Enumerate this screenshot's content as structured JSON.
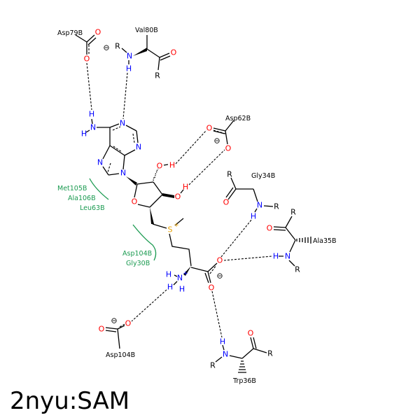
{
  "title": "2nyu:SAM",
  "atom_symbols": {
    "N": "N",
    "O": "O",
    "H": "H",
    "R": "R",
    "S": "S",
    "plus": "+",
    "minus": "⊖"
  },
  "residues": {
    "asp79": "Asp79B",
    "val80": "Val80B",
    "asp62": "Asp62B",
    "gly34": "Gly34B",
    "ala35": "Ala35B",
    "trp36": "Trp36B",
    "asp104": "Asp104B"
  },
  "hydrophobic": {
    "group1": [
      "Met105B",
      "Ala106B",
      "Leu63B"
    ],
    "group2": [
      "Asp104B",
      "Gly30B"
    ]
  },
  "colors": {
    "nitrogen": "#0000ff",
    "oxygen": "#ff0000",
    "sulfur": "#e6a000",
    "hydrophobic": "#1a9a50"
  }
}
